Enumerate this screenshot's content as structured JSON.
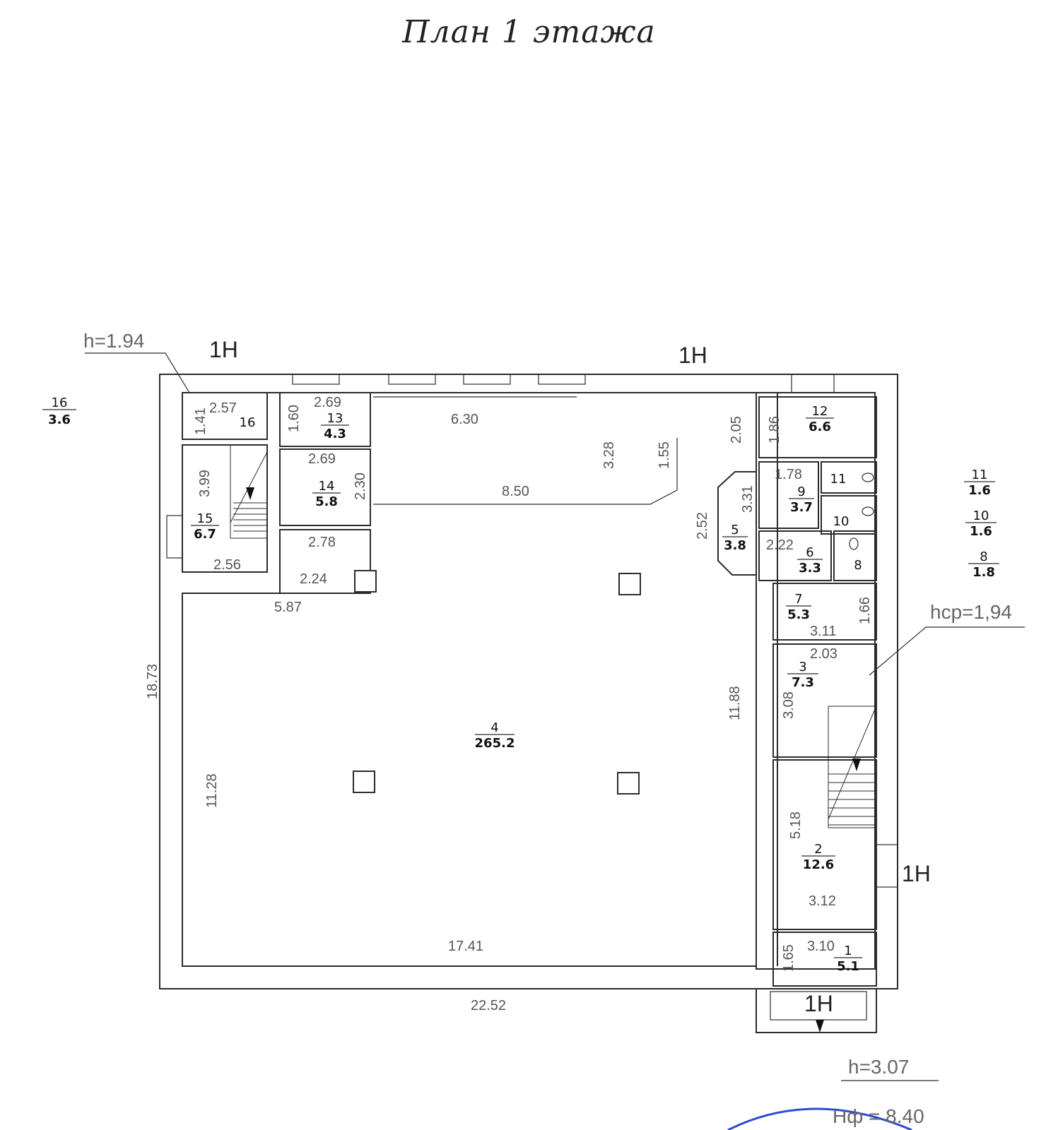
{
  "title": "План 1 этажа",
  "rooms": [
    {
      "num": "1",
      "area": "5.1"
    },
    {
      "num": "2",
      "area": "12.6"
    },
    {
      "num": "3",
      "area": "7.3"
    },
    {
      "num": "4",
      "area": "265.2"
    },
    {
      "num": "5",
      "area": "3.8"
    },
    {
      "num": "6",
      "area": "3.3"
    },
    {
      "num": "7",
      "area": "5.3"
    },
    {
      "num": "8",
      "area": "1.8"
    },
    {
      "num": "9",
      "area": "3.7"
    },
    {
      "num": "10",
      "area": "1.6"
    },
    {
      "num": "11",
      "area": "1.6"
    },
    {
      "num": "12",
      "area": "6.6"
    },
    {
      "num": "13",
      "area": "4.3"
    },
    {
      "num": "14",
      "area": "5.8"
    },
    {
      "num": "15",
      "area": "6.7"
    },
    {
      "num": "16",
      "area": "3.6"
    }
  ],
  "small_room_labels": {
    "r8": "8",
    "r10": "10",
    "r11": "11",
    "r16": "16"
  },
  "legend": [
    {
      "num": "16",
      "area": "3.6"
    },
    {
      "num": "11",
      "area": "1.6"
    },
    {
      "num": "10",
      "area": "1.6"
    },
    {
      "num": "8",
      "area": "1.8"
    }
  ],
  "dimensions": {
    "d1": "2.57",
    "d2": "1.41",
    "d3": "2.69",
    "d4": "1.60",
    "d5": "6.30",
    "d6": "2.05",
    "d7": "1.86",
    "d8": "3.99",
    "d9": "2.69",
    "d10": "2.30",
    "d11": "8.50",
    "d12": "3.28",
    "d13": "1.55",
    "d14": "1.78",
    "d15": "3.31",
    "d16": "2.52",
    "d17": "2.78",
    "d18": "2.56",
    "d19": "2.24",
    "d20": "2.22",
    "d21": "5.87",
    "d22": "1.66",
    "d23": "3.11",
    "d24": "2.03",
    "d25": "18.73",
    "d26": "11.88",
    "d27": "3.08",
    "d28": "11.28",
    "d29": "5.18",
    "d30": "3.12",
    "d31": "3.10",
    "d32": "1.65",
    "d33": "17.41",
    "d34": "22.52"
  },
  "section_tags": {
    "t1": "1Н",
    "t2": "1Н",
    "t3": "1Н",
    "t4": "1Н"
  },
  "notes": {
    "h_top": "h=1.94",
    "h_cp": "hср=1,94",
    "h_main": "h=3.07",
    "h_f": "Нф  =  8.40"
  }
}
